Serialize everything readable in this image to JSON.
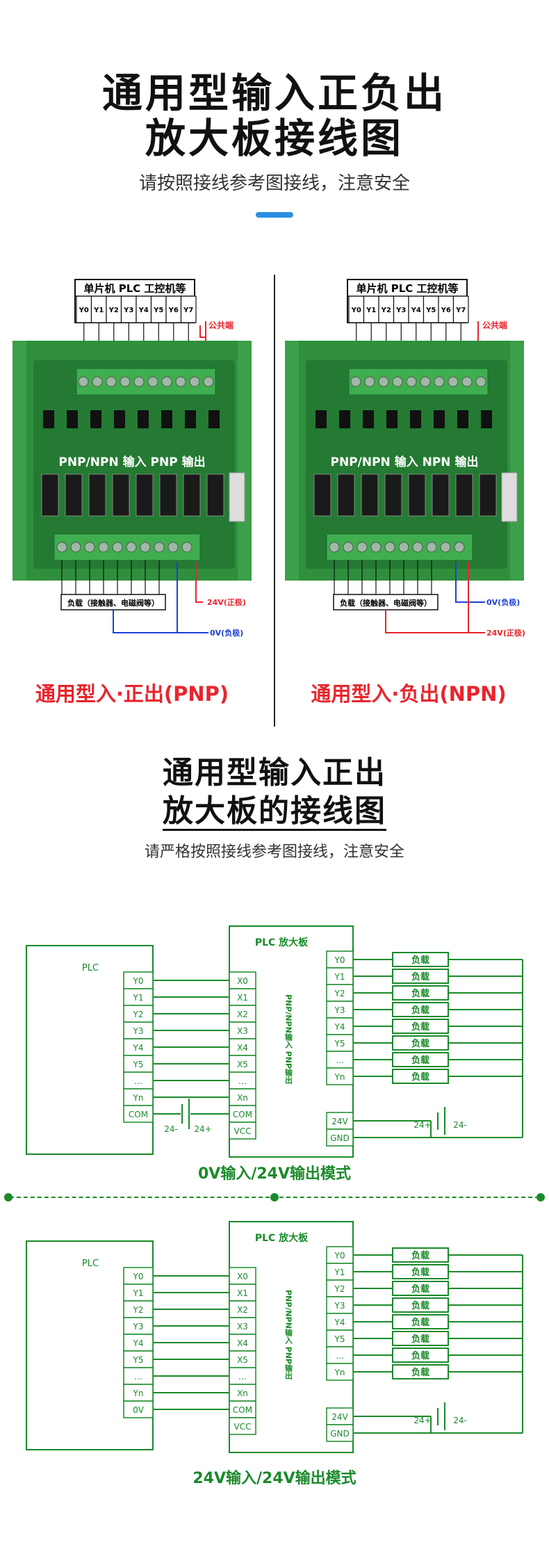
{
  "header": {
    "title_line1": "通用型输入正负出",
    "title_line2": "放大板接线图",
    "subtitle": "请按照接线参考图接线，注意安全"
  },
  "wiring_photos": {
    "left": {
      "controller_label": "单片机 PLC 工控机等",
      "pins": [
        "Y0",
        "Y1",
        "Y2",
        "Y3",
        "Y4",
        "Y5",
        "Y6",
        "Y7"
      ],
      "common_label": "公共端",
      "board_text": "PNP/NPN 输入 PNP 输出",
      "load_label": "负载（接触器、电磁阀等）",
      "plus_label": "24V(正极)",
      "minus_label": "0V(负极)",
      "caption": "通用型入·正出(PNP)"
    },
    "right": {
      "controller_label": "单片机 PLC 工控机等",
      "pins": [
        "Y0",
        "Y1",
        "Y2",
        "Y3",
        "Y4",
        "Y5",
        "Y6",
        "Y7"
      ],
      "common_label": "公共端",
      "board_text": "PNP/NPN 输入 NPN 输出",
      "load_label": "负载（接触器、电磁阀等）",
      "plus_label": "24V(正极)",
      "minus_label": "0V(负极)",
      "caption": "通用型入·负出(NPN)"
    }
  },
  "section2": {
    "title_line1": "通用型输入正出",
    "title_line2": "放大板的接线图",
    "subtitle": "请严格按照接线参考图接线，注意安全"
  },
  "schematic1": {
    "plc_label": "PLC",
    "plc_pins": [
      "Y0",
      "Y1",
      "Y2",
      "Y3",
      "Y4",
      "Y5",
      "…",
      "Yn",
      "COM"
    ],
    "board_title": "PLC 放大板",
    "board_inputs": [
      "X0",
      "X1",
      "X2",
      "X3",
      "X4",
      "X5",
      "…",
      "Xn",
      "COM",
      "VCC"
    ],
    "board_side_text": "PNP/NPN输入 PNP输出",
    "outputs": [
      "Y0",
      "Y1",
      "Y2",
      "Y3",
      "Y4",
      "Y5",
      "…",
      "Yn"
    ],
    "power_pins": [
      "24V",
      "GND"
    ],
    "load_label": "负载",
    "batt_left": [
      "24-",
      "24+"
    ],
    "batt_right": [
      "24+",
      "24-"
    ],
    "caption": "0V输入/24V输出模式"
  },
  "schematic2": {
    "plc_label": "PLC",
    "plc_pins": [
      "Y0",
      "Y1",
      "Y2",
      "Y3",
      "Y4",
      "Y5",
      "…",
      "Yn",
      "0V"
    ],
    "board_title": "PLC 放大板",
    "board_inputs": [
      "X0",
      "X1",
      "X2",
      "X3",
      "X4",
      "X5",
      "…",
      "Xn",
      "COM",
      "VCC"
    ],
    "board_side_text": "PNP/NPN输入 PNP输出",
    "outputs": [
      "Y0",
      "Y1",
      "Y2",
      "Y3",
      "Y4",
      "Y5",
      "…",
      "Yn"
    ],
    "power_pins": [
      "24V",
      "GND"
    ],
    "load_label": "负载",
    "batt_right": [
      "24+",
      "24-"
    ],
    "caption": "24V输入/24V输出模式"
  },
  "colors": {
    "green": "#1a8a2a",
    "board_green": "#2f8f3c",
    "terminal_green": "#3fae4f",
    "red": "#e8252d",
    "blue": "#1f3fd6",
    "accent_bar": "#2b8fe0"
  }
}
